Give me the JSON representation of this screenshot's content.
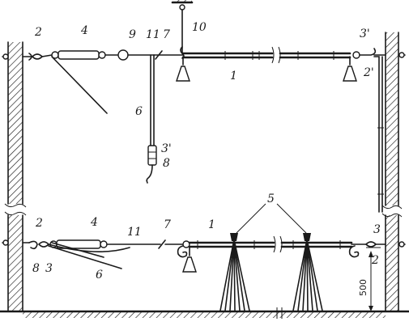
{
  "labels": {
    "l1_top": "1",
    "l1_bottom": "1",
    "l2_top_left": "2",
    "l2_bottom_left": "2",
    "l2_right": "2",
    "l2prime_right": "2'",
    "l3_bottom_left": "3",
    "l3_bottom_right": "3",
    "l3prime_top_right": "3'",
    "l3prime_middle": "3'",
    "l4_top": "4",
    "l4_bottom": "4",
    "l5": "5",
    "l6_top": "6",
    "l6_bottom": "6",
    "l7_top": "7",
    "l7_bottom": "7",
    "l8_middle": "8",
    "l8_bottom_left": "8",
    "l9": "9",
    "l10": "10",
    "l11_top": "11",
    "l11_bottom": "11"
  },
  "dimension": {
    "value": "500"
  }
}
